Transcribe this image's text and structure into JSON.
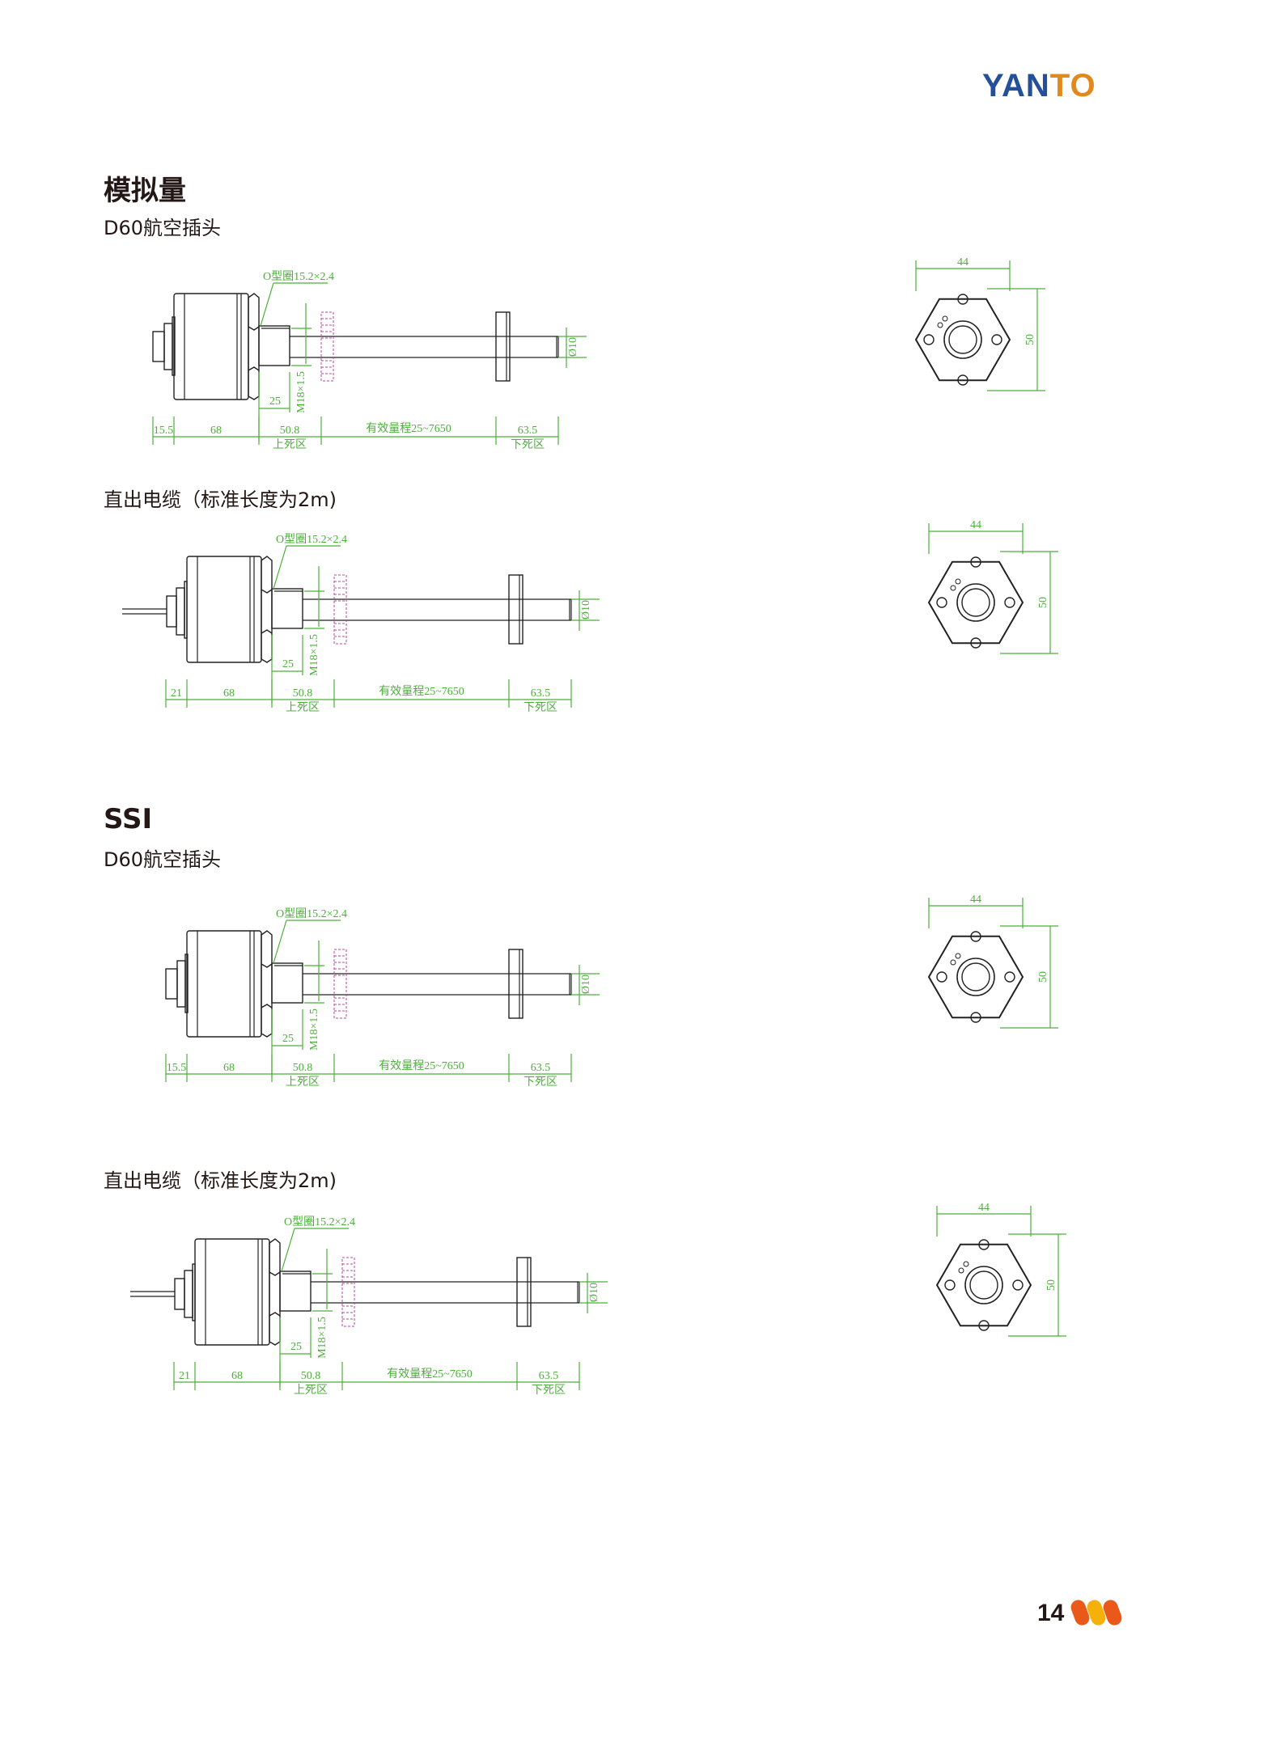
{
  "logo": {
    "text_a": "YAN",
    "text_b": "TO"
  },
  "sections": [
    {
      "title": "模拟量"
    },
    {
      "title": "SSI"
    }
  ],
  "subtitles": {
    "connector": "D60航空插头",
    "cable": "直出电缆（标准长度为2m)"
  },
  "drawings": [
    {
      "variant": "connector",
      "oring": "O型圈15.2×2.4",
      "d_left": "15.5",
      "d_body": "68",
      "d_upper": "50.8",
      "upper_zone": "上死区",
      "d_range": "有效量程25~7650",
      "d_lower": "63.5",
      "lower_zone": "下死区",
      "d_thread": "25",
      "thread": "M18×1.5",
      "rod_dia": "Ø10",
      "d_width": "44",
      "d_height": "50"
    },
    {
      "variant": "cable",
      "oring": "O型圈15.2×2.4",
      "d_left": "21",
      "d_body": "68",
      "d_upper": "50.8",
      "upper_zone": "上死区",
      "d_range": "有效量程25~7650",
      "d_lower": "63.5",
      "lower_zone": "下死区",
      "d_thread": "25",
      "thread": "M18×1.5",
      "rod_dia": "Ø10",
      "d_width": "44",
      "d_height": "50"
    },
    {
      "variant": "connector",
      "oring": "O型圈15.2×2.4",
      "d_left": "15.5",
      "d_body": "68",
      "d_upper": "50.8",
      "upper_zone": "上死区",
      "d_range": "有效量程25~7650",
      "d_lower": "63.5",
      "lower_zone": "下死区",
      "d_thread": "25",
      "thread": "M18×1.5",
      "rod_dia": "Ø10",
      "d_width": "44",
      "d_height": "50"
    },
    {
      "variant": "cable",
      "oring": "O型圈15.2×2.4",
      "d_left": "21",
      "d_body": "68",
      "d_upper": "50.8",
      "upper_zone": "上死区",
      "d_range": "有效量程25~7650",
      "d_lower": "63.5",
      "lower_zone": "下死区",
      "d_thread": "25",
      "thread": "M18×1.5",
      "rod_dia": "Ø10",
      "d_width": "44",
      "d_height": "50"
    }
  ],
  "footer": {
    "page": "14"
  },
  "colors": {
    "brand_blue": "#24509a",
    "brand_orange": "#e18a1c",
    "dim_green": "#4caf3a",
    "magnet": "#c040a0"
  }
}
